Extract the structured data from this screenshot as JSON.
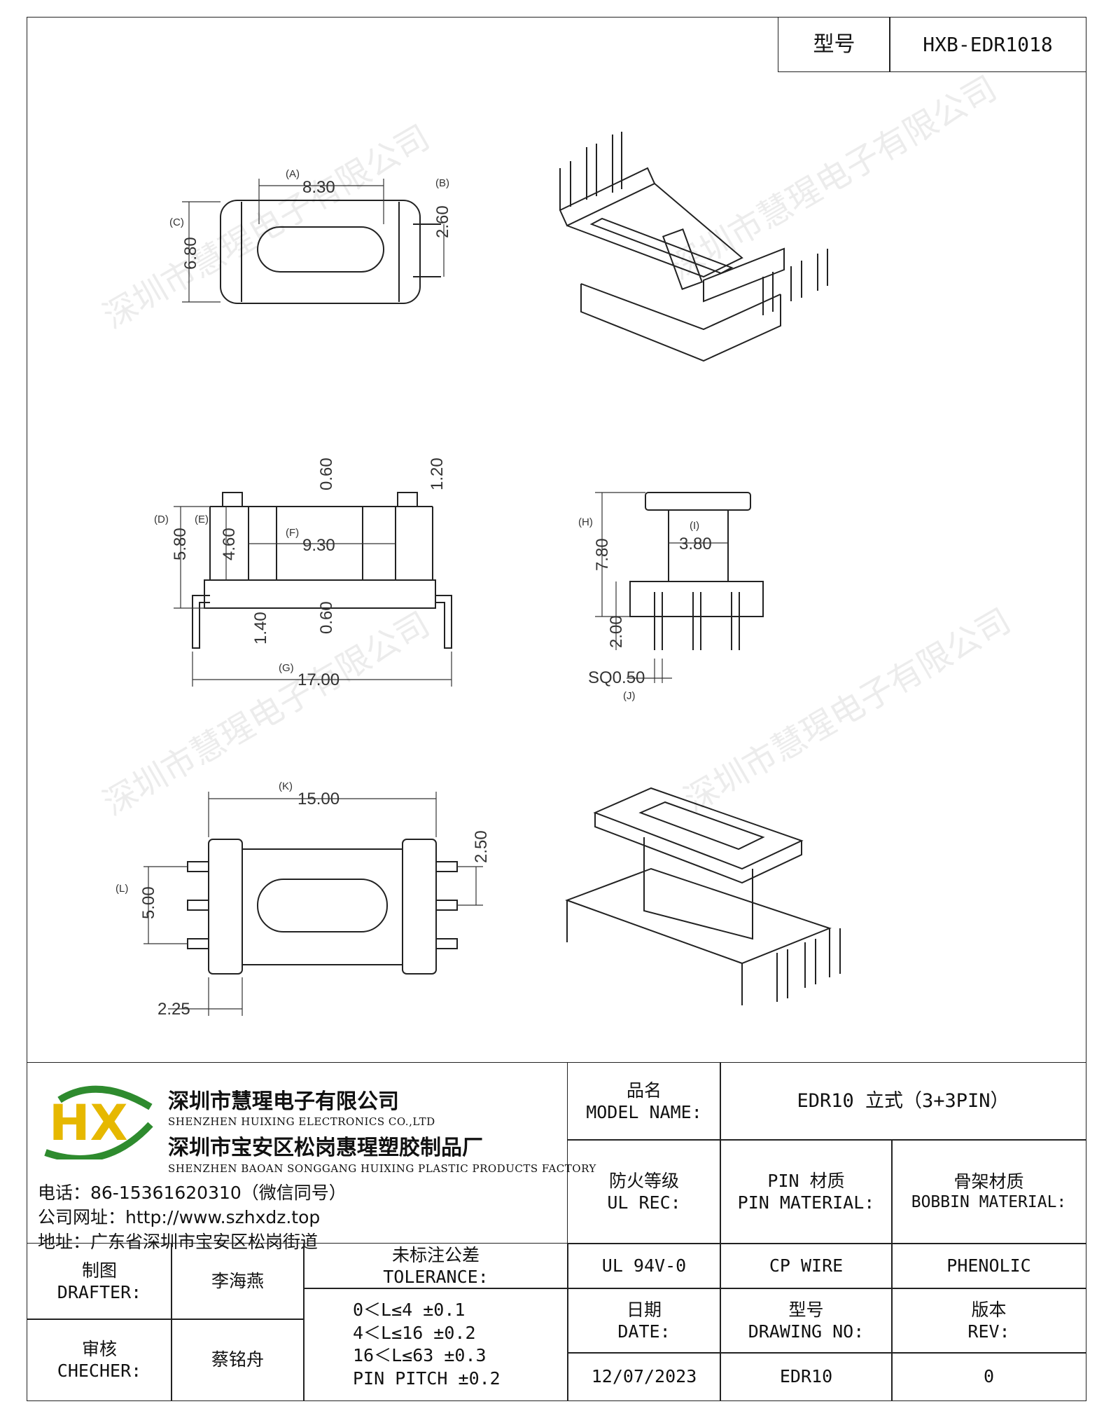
{
  "header": {
    "type_label": "型号",
    "type_value": "HXB-EDR1018"
  },
  "watermark": "深圳市慧瑆电子有限公司",
  "dimensions": {
    "A": "(A)",
    "A_val": "8.30",
    "B": "(B)",
    "B_val": "2.60",
    "C": "(C)",
    "C_val": "6.80",
    "D": "(D)",
    "D_val": "5.80",
    "E": "(E)",
    "E_val": "4.60",
    "F": "(F)",
    "F_val": "9.30",
    "G": "(G)",
    "G_val": "17.00",
    "H": "(H)",
    "H_val": "7.80",
    "I": "(I)",
    "I_val": "3.80",
    "J": "(J)",
    "J_val": "SQ0.50",
    "K": "(K)",
    "K_val": "15.00",
    "L": "(L)",
    "L_val": "5.00",
    "top_060": "0.60",
    "top_120": "1.20",
    "bot_060": "0.60",
    "bot_140": "1.40",
    "pin_200": "2.00",
    "pin_250": "2.50",
    "pin_225": "2.25"
  },
  "company": {
    "logo_letters": "HX",
    "name_cn": "深圳市慧瑆电子有限公司",
    "name_en": "SHENZHEN HUIXING ELECTRONICS CO.,LTD",
    "factory_cn": "深圳市宝安区松岗惠瑆塑胶制品厂",
    "factory_en": "SHENZHEN BAOAN SONGGANG HUIXING PLASTIC PRODUCTS FACTORY",
    "phone": "电话：86-15361620310（微信同号）",
    "website": "公司网址：http://www.szhxdz.top",
    "address": "地址：广东省深圳市宝安区松岗街道"
  },
  "title_block": {
    "model_label_cn": "品名",
    "model_label_en": "MODEL NAME:",
    "model_value": "EDR10 立式（3+3PIN）",
    "ul_label_cn": "防火等级",
    "ul_label_en": "UL REC:",
    "pin_label_cn": "PIN 材质",
    "pin_label_en": "PIN MATERIAL:",
    "bobbin_label_cn": "骨架材质",
    "bobbin_label_en": "BOBBIN MATERIAL:",
    "ul_value": "UL 94V-0",
    "pin_value": "CP WIRE",
    "bobbin_value": "PHENOLIC",
    "drafter_cn": "制图",
    "drafter_en": "DRAFTER:",
    "drafter_name": "李海燕",
    "checker_cn": "审核",
    "checker_en": "CHECHER:",
    "checker_name": "蔡铭舟",
    "tol_cn": "未标注公差",
    "tol_en": "TOLERANCE:",
    "tol_1": "0＜L≤4   ±0.1",
    "tol_2": "4＜L≤16  ±0.2",
    "tol_3": "16＜L≤63  ±0.3",
    "tol_4": "PIN PITCH  ±0.2",
    "date_cn": "日期",
    "date_en": "DATE:",
    "date_value": "12/07/2023",
    "dwg_cn": "型号",
    "dwg_en": "DRAWING NO:",
    "dwg_value": "EDR10",
    "rev_cn": "版本",
    "rev_en": "REV:",
    "rev_value": "0"
  }
}
